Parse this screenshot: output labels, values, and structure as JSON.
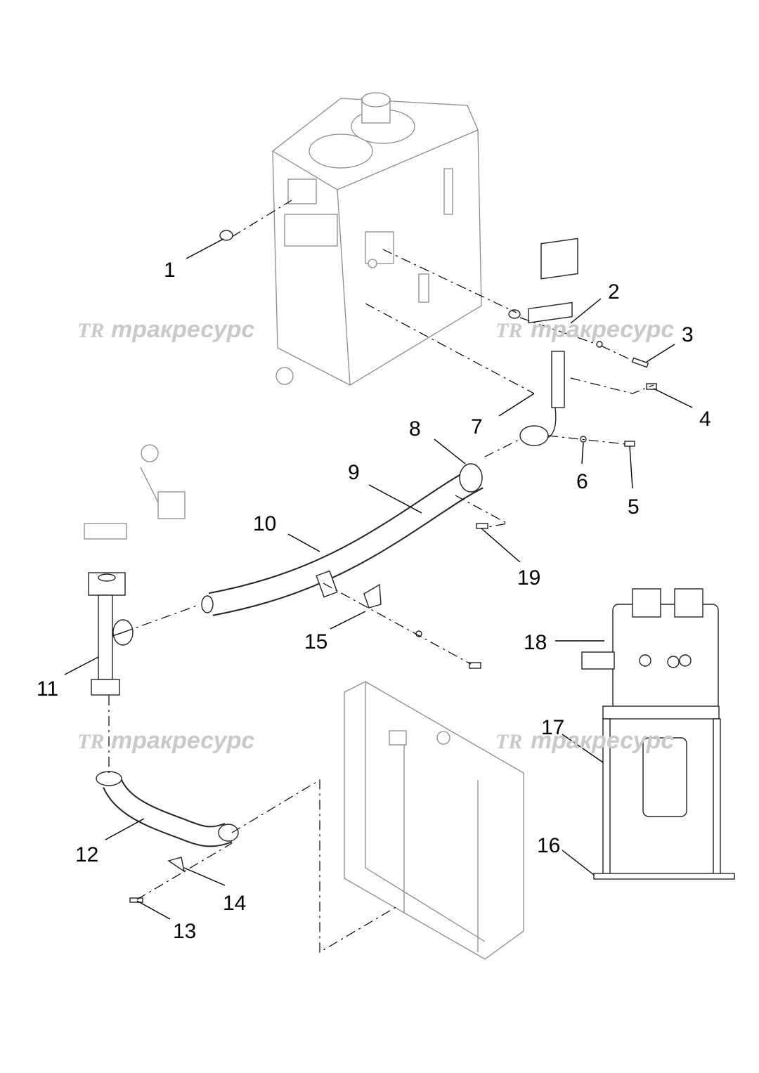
{
  "callouts": [
    "1",
    "2",
    "3",
    "4",
    "5",
    "6",
    "7",
    "8",
    "9",
    "10",
    "11",
    "12",
    "13",
    "14",
    "15",
    "16",
    "17",
    "18",
    "19"
  ],
  "watermark": "тракресурс",
  "watermark_logo": "TR"
}
